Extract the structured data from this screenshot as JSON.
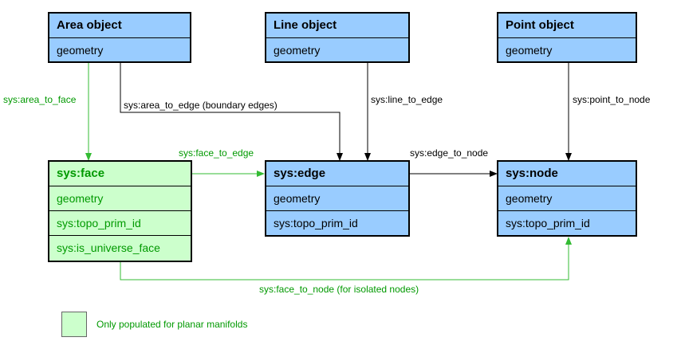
{
  "colors": {
    "blue_box": "#99ccff",
    "green_box": "#ccffcc",
    "green_line": "#33bb33",
    "black_line": "#000000"
  },
  "boxes": {
    "area_object": {
      "title": "Area object",
      "rows": [
        "geometry"
      ]
    },
    "line_object": {
      "title": "Line object",
      "rows": [
        "geometry"
      ]
    },
    "point_object": {
      "title": "Point object",
      "rows": [
        "geometry"
      ]
    },
    "face": {
      "title": "sys:face",
      "rows": [
        "geometry",
        "sys:topo_prim_id",
        "sys:is_universe_face"
      ]
    },
    "edge": {
      "title": "sys:edge",
      "rows": [
        "geometry",
        "sys:topo_prim_id"
      ]
    },
    "node": {
      "title": "sys:node",
      "rows": [
        "geometry",
        "sys:topo_prim_id"
      ]
    }
  },
  "relations": {
    "area_to_face": "sys:area_to_face",
    "area_to_edge": "sys:area_to_edge (boundary edges)",
    "line_to_edge": "sys:line_to_edge",
    "point_to_node": "sys:point_to_node",
    "face_to_edge": "sys:face_to_edge",
    "edge_to_node": "sys:edge_to_node",
    "face_to_node": "sys:face_to_node (for isolated nodes)"
  },
  "legend": {
    "text": "Only populated for planar manifolds"
  }
}
